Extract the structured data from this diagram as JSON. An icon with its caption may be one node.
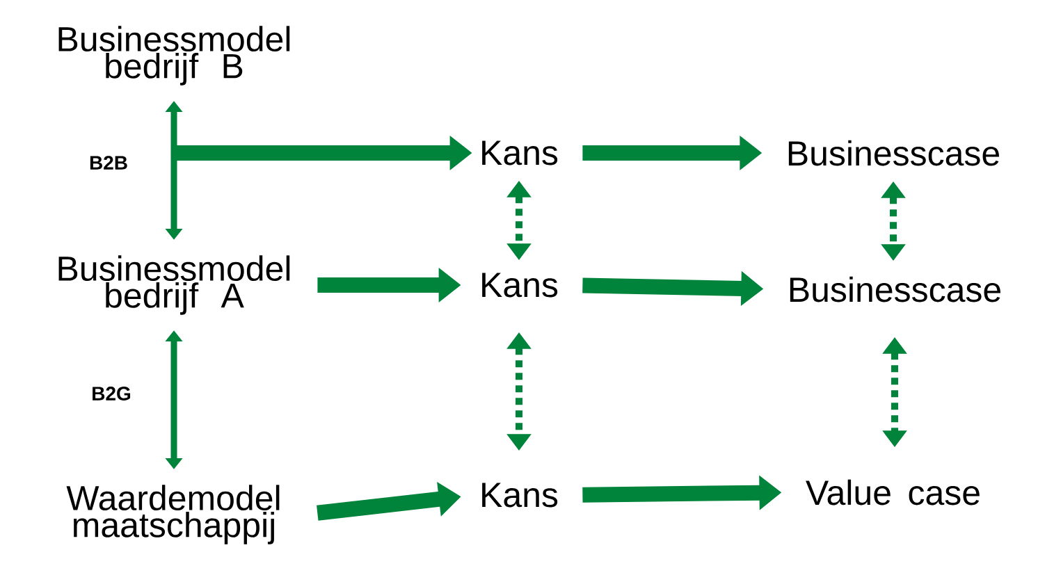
{
  "diagram": {
    "nodes": [
      {
        "text": [
          "Businessmodel bedrijf B"
        ]
      },
      {
        "text": [
          "Businessmodel bedrijf A"
        ]
      },
      {
        "text": [
          "Waardemodel maatschappij"
        ]
      },
      {
        "text": [
          "Kans"
        ]
      },
      {
        "text": [
          "Kans"
        ]
      },
      {
        "text": [
          "Kans"
        ]
      },
      {
        "text": [
          "Businesscase"
        ]
      },
      {
        "text": [
          "Businesscase"
        ]
      },
      {
        "text": [
          "Value case"
        ]
      }
    ],
    "edges": [
      {
        "from": 0,
        "to": 1,
        "arrow": "both",
        "label": "B2B"
      },
      {
        "from": 1,
        "to": 2,
        "arrow": "both",
        "label": "B2G"
      },
      {
        "from": null,
        "to": 3,
        "arrow": "to",
        "style": "thick"
      },
      {
        "from": 1,
        "to": 4,
        "arrow": "to",
        "style": "thick"
      },
      {
        "from": 2,
        "to": 5,
        "arrow": "to",
        "style": "thick"
      },
      {
        "from": 3,
        "to": 6,
        "arrow": "to",
        "style": "thick"
      },
      {
        "from": 4,
        "to": 7,
        "arrow": "to",
        "style": "thick"
      },
      {
        "from": 5,
        "to": 8,
        "arrow": "to",
        "style": "thick"
      },
      {
        "from": 3,
        "to": 4,
        "arrow": "both",
        "style": "dashed"
      },
      {
        "from": 4,
        "to": 5,
        "arrow": "both",
        "style": "dashed"
      },
      {
        "from": 6,
        "to": 7,
        "arrow": "both",
        "style": "dashed"
      },
      {
        "from": 7,
        "to": 8,
        "arrow": "both",
        "style": "dashed"
      }
    ]
  }
}
